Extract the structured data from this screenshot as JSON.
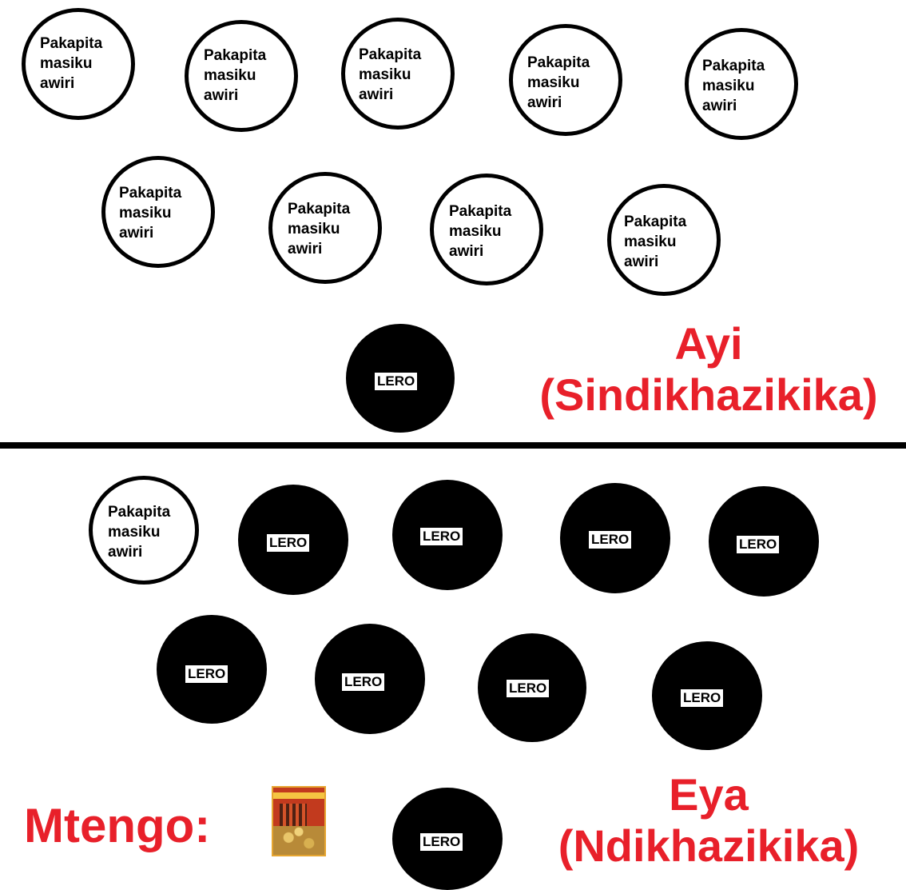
{
  "past_label": "Pakapita\nmasiku\nawiri",
  "today_label": "LERO",
  "top_answer": {
    "line1": "Ayi",
    "line2": "(Sindikhazikika)"
  },
  "bottom_answer": {
    "line1": "Eya",
    "line2": "(Ndikhazikika)"
  },
  "price_label": "Mtengo:",
  "colors": {
    "accent_red": "#e8202a",
    "circle_black": "#000000",
    "circle_white": "#ffffff"
  },
  "icons": {
    "product": "peanut-packet-icon"
  }
}
